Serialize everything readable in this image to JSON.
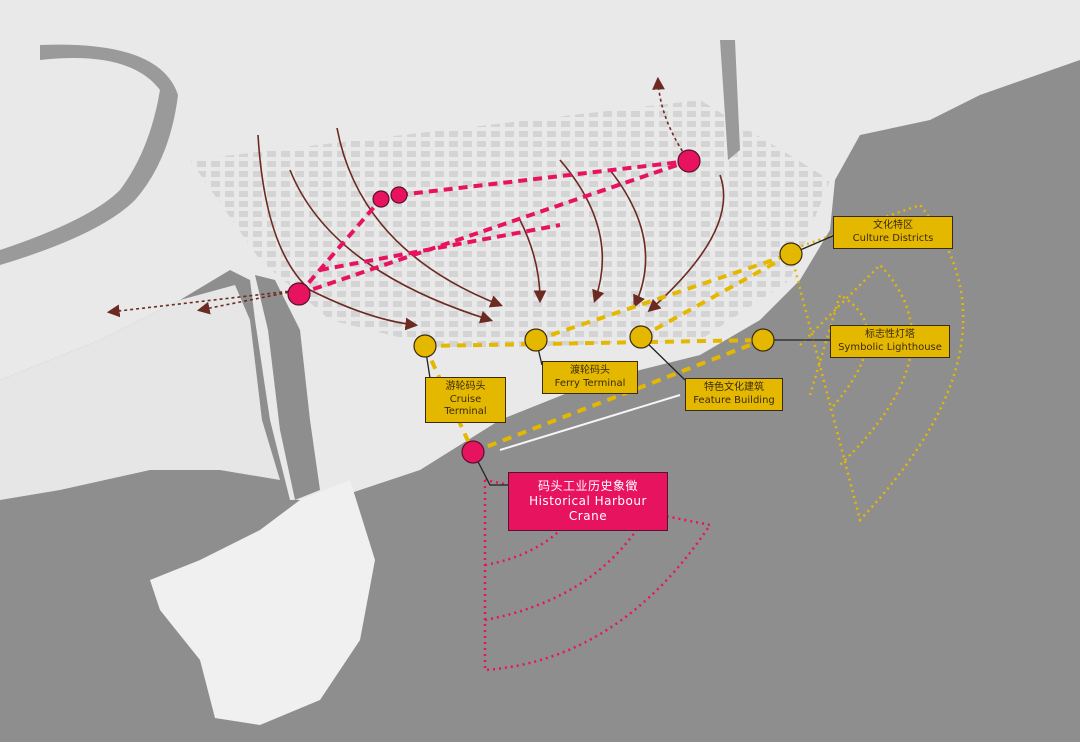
{
  "labels": {
    "culture": {
      "zh": "文化特区",
      "en": "Culture Districts"
    },
    "lighthouse": {
      "zh": "标志性灯塔",
      "en": "Symbolic Lighthouse"
    },
    "feature": {
      "zh": "特色文化建筑",
      "en": "Feature Building"
    },
    "ferry": {
      "zh": "渡轮码头",
      "en": "Ferry Terminal"
    },
    "cruise": {
      "zh": "游轮码头",
      "en": "Cruise Terminal"
    },
    "crane": {
      "zh": "码头工业历史象徵",
      "en": "Historical Harbour Crane"
    }
  },
  "colors": {
    "sea": "#8e8e8e",
    "land": "#e9e9e9",
    "yellow": "#e5b800",
    "pink": "#e8135f",
    "brown": "#6b2a22"
  }
}
